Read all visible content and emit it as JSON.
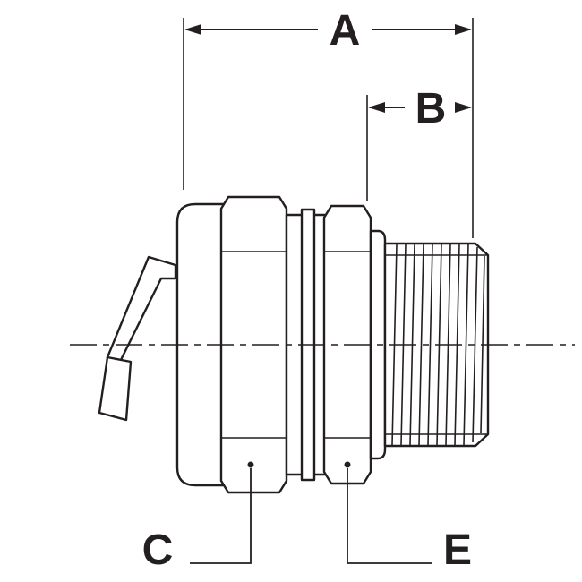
{
  "colors": {
    "background": "#ffffff",
    "line": "#231f20"
  },
  "labels": {
    "dim_a": "A",
    "dim_b": "B",
    "callout_c": "C",
    "callout_e": "E"
  }
}
